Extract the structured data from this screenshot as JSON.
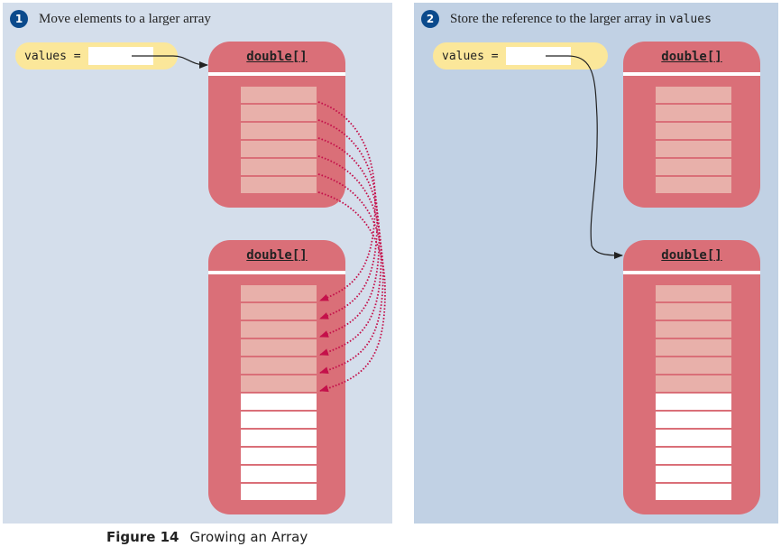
{
  "panels": [
    {
      "step_number": "1",
      "step_text": "Move elements to a larger array",
      "variable_label": "values =",
      "arrays": [
        {
          "type_label": "double[]",
          "filled_cells": 6,
          "empty_cells": 0
        },
        {
          "type_label": "double[]",
          "filled_cells": 6,
          "empty_cells": 6
        }
      ],
      "reference_points_to": "first array",
      "copy_arrows": 6
    },
    {
      "step_number": "2",
      "step_text_prefix": "Store the reference to the larger array in ",
      "step_text_code": "values",
      "variable_label": "values =",
      "arrays": [
        {
          "type_label": "double[]",
          "filled_cells": 6,
          "empty_cells": 0
        },
        {
          "type_label": "double[]",
          "filled_cells": 6,
          "empty_cells": 6
        }
      ],
      "reference_points_to": "second array"
    }
  ],
  "caption": {
    "label": "Figure 14",
    "text": "Growing an Array"
  },
  "colors": {
    "panel1_bg": "#d4deeb",
    "panel2_bg": "#c1d1e4",
    "array_fill": "#da6f78",
    "old_cell": "#e8b0aa",
    "new_cell": "#ffffff",
    "variable_bg": "#fbe79a",
    "badge": "#0b4a8c",
    "copy_arrow": "#c4104a"
  }
}
